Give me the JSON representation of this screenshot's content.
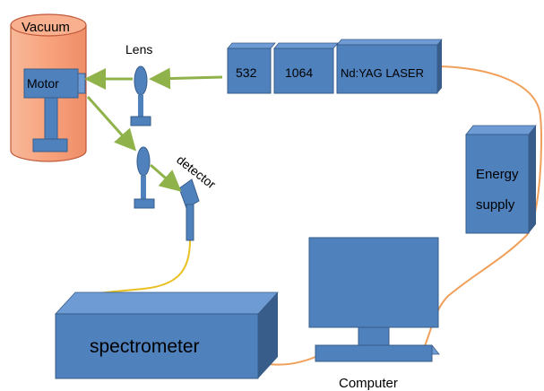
{
  "labels": {
    "vacuum": "Vacuum",
    "motor": "Motor",
    "lens": "Lens",
    "detector": "detector",
    "laser_532": "532",
    "laser_1064": "1064",
    "laser_main": "Nd:YAG LASER",
    "energy_line1": "Energy",
    "energy_line2": "supply",
    "spectrometer": "spectrometer",
    "computer": "Computer"
  },
  "colors": {
    "device_blue": "#4f81bd",
    "device_dark": "#385d8a",
    "device_light": "#6f9bd4",
    "vacuum_fill": "#f4a582",
    "beam_green": "#8fb34a",
    "cable_orange": "#f0a05a",
    "cable_yellow": "#e8c020"
  }
}
